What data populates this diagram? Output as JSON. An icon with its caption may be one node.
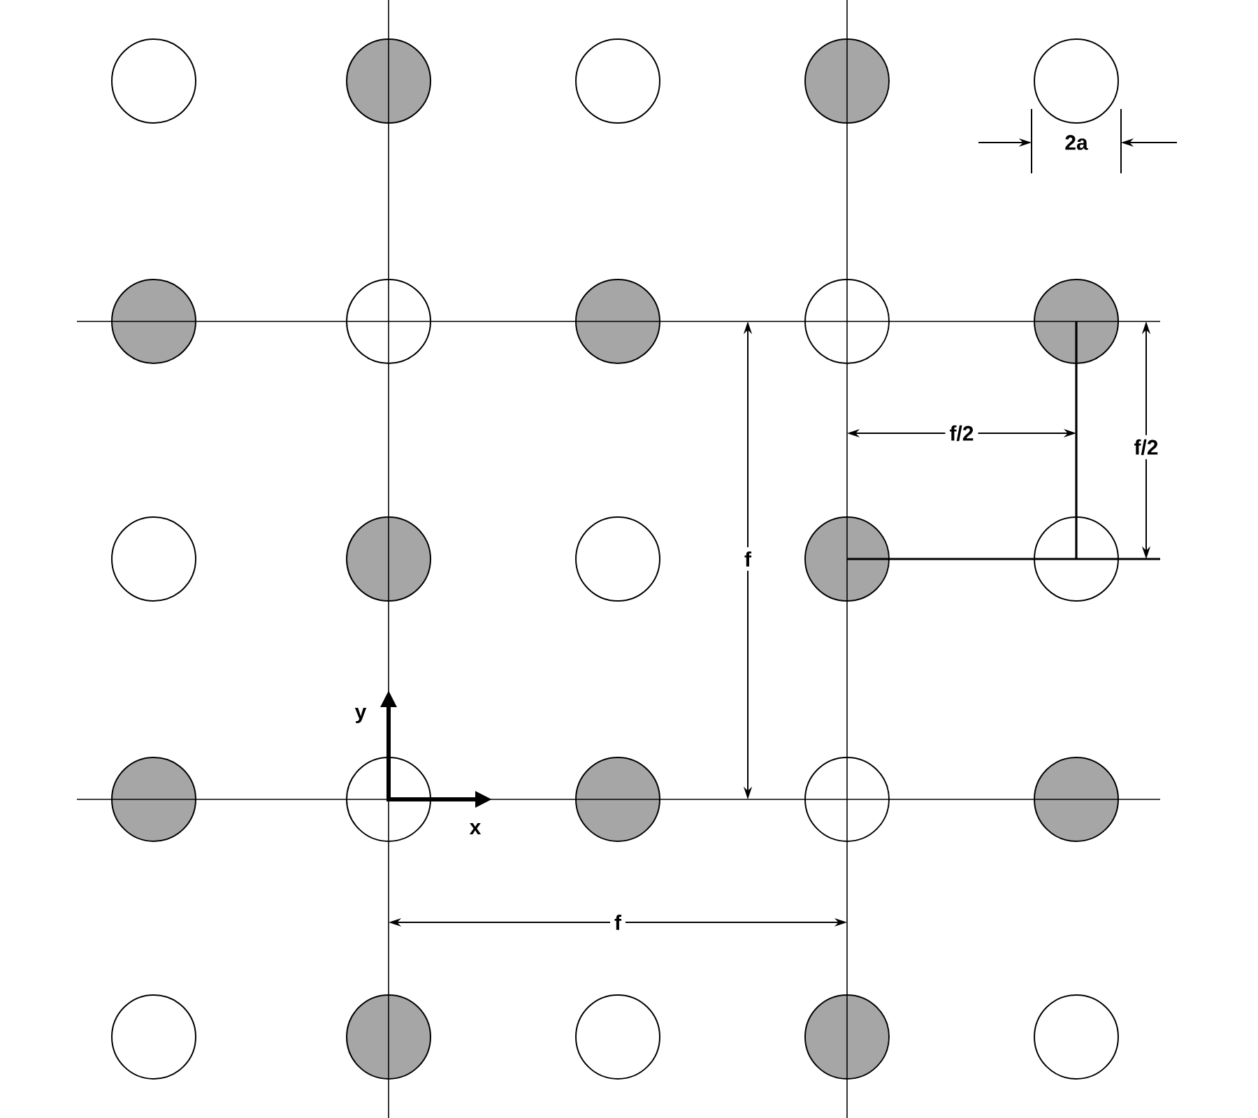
{
  "diagram": {
    "labels": [
      "2a",
      "f/2",
      "f/2",
      "f",
      "y",
      "x",
      "f"
    ]
  }
}
